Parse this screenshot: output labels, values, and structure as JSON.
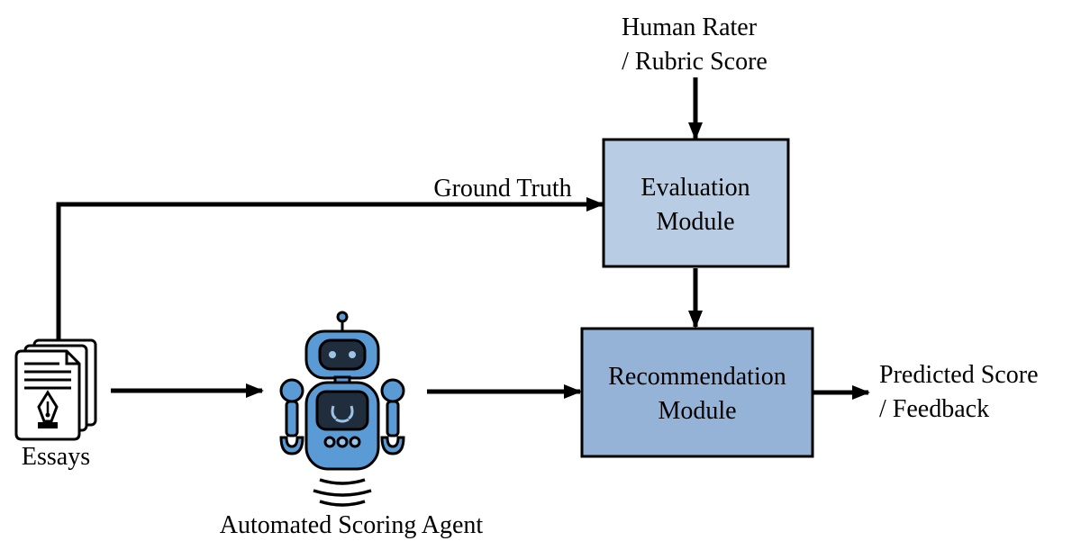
{
  "human_rater": {
    "line1": "Human Rater",
    "line2": "/ Rubric Score"
  },
  "ground_truth_label": "Ground Truth",
  "evaluation_module": {
    "line1": "Evaluation",
    "line2": "Module"
  },
  "recommendation_module": {
    "line1": "Recommendation",
    "line2": "Module"
  },
  "output": {
    "line1": "Predicted Score",
    "line2": "/ Feedback"
  },
  "essays_label": "Essays",
  "agent_label": "Automated Scoring Agent",
  "icons": {
    "essays": "essay-documents-icon",
    "agent": "robot-icon"
  },
  "colors": {
    "evaluation_fill": "#b8cce4",
    "recommendation_fill": "#95b3d7",
    "robot_blue": "#5b9bd5",
    "robot_light": "#9dc3e6",
    "stroke": "#000000"
  }
}
